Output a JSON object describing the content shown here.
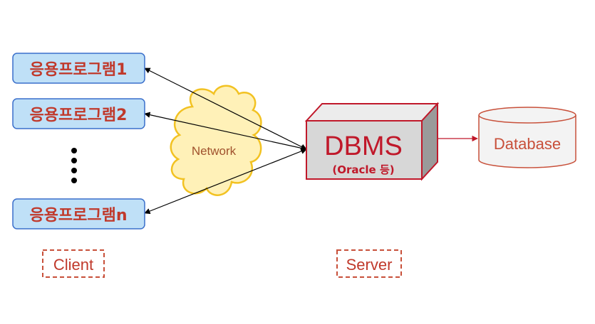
{
  "clients": {
    "apps": [
      {
        "label": "응용프로그램1"
      },
      {
        "label": "응용프로그램2"
      },
      {
        "label": "응용프로그램n"
      }
    ],
    "ellipsis": "⋮",
    "group_label": "Client"
  },
  "network": {
    "label": "Network"
  },
  "server": {
    "dbms_label": "DBMS",
    "dbms_sublabel": "(Oracle 등)",
    "group_label": "Server"
  },
  "database": {
    "label": "Database"
  },
  "colors": {
    "app_fill": "#bfe0f7",
    "app_border": "#3a6fcb",
    "app_text": "#c0392b",
    "cloud_fill": "#fff1b8",
    "cloud_border": "#f2c222",
    "network_text": "#a0522d",
    "dbms_front": "#d7d7d7",
    "dbms_top": "#ececec",
    "dbms_side": "#9a9a9a",
    "dbms_border": "#c0182a",
    "dbms_text": "#c0182a",
    "db_fill": "#f3f3f3",
    "db_border": "#c8503a",
    "db_text": "#c8503a",
    "dashed_border": "#c8503a",
    "dashed_text": "#c0392b",
    "arrow_black": "#000000",
    "arrow_red": "#c0182a"
  }
}
